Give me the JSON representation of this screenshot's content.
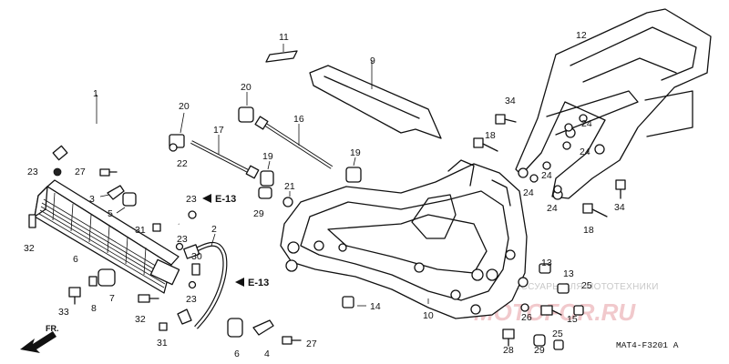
{
  "diagram": {
    "parts": [
      {
        "id": "part-1",
        "label": "1"
      },
      {
        "id": "part-2",
        "label": "2"
      },
      {
        "id": "part-3",
        "label": "3"
      },
      {
        "id": "part-4",
        "label": "4"
      },
      {
        "id": "part-5",
        "label": "5"
      },
      {
        "id": "part-6a",
        "label": "6"
      },
      {
        "id": "part-6b",
        "label": "6"
      },
      {
        "id": "part-7",
        "label": "7"
      },
      {
        "id": "part-8",
        "label": "8"
      },
      {
        "id": "part-9",
        "label": "9"
      },
      {
        "id": "part-10",
        "label": "10"
      },
      {
        "id": "part-11",
        "label": "11"
      },
      {
        "id": "part-12",
        "label": "12"
      },
      {
        "id": "part-13a",
        "label": "13"
      },
      {
        "id": "part-13b",
        "label": "13"
      },
      {
        "id": "part-14",
        "label": "14"
      },
      {
        "id": "part-15",
        "label": "15"
      },
      {
        "id": "part-16",
        "label": "16"
      },
      {
        "id": "part-17",
        "label": "17"
      },
      {
        "id": "part-18a",
        "label": "18"
      },
      {
        "id": "part-18b",
        "label": "18"
      },
      {
        "id": "part-19a",
        "label": "19"
      },
      {
        "id": "part-19b",
        "label": "19"
      },
      {
        "id": "part-20a",
        "label": "20"
      },
      {
        "id": "part-20b",
        "label": "20"
      },
      {
        "id": "part-21",
        "label": "21"
      },
      {
        "id": "part-22",
        "label": "22"
      },
      {
        "id": "part-23a",
        "label": "23"
      },
      {
        "id": "part-23b",
        "label": "23"
      },
      {
        "id": "part-23c",
        "label": "23"
      },
      {
        "id": "part-23d",
        "label": "23"
      },
      {
        "id": "part-24a",
        "label": "24"
      },
      {
        "id": "part-24b",
        "label": "24"
      },
      {
        "id": "part-24c",
        "label": "24"
      },
      {
        "id": "part-24d",
        "label": "24"
      },
      {
        "id": "part-24e",
        "label": "24"
      },
      {
        "id": "part-25a",
        "label": "25"
      },
      {
        "id": "part-25b",
        "label": "25"
      },
      {
        "id": "part-26",
        "label": "26"
      },
      {
        "id": "part-27a",
        "label": "27"
      },
      {
        "id": "part-27b",
        "label": "27"
      },
      {
        "id": "part-28",
        "label": "28"
      },
      {
        "id": "part-29",
        "label": "29"
      },
      {
        "id": "part-30",
        "label": "30"
      },
      {
        "id": "part-31a",
        "label": "31"
      },
      {
        "id": "part-31b",
        "label": "31"
      },
      {
        "id": "part-32a",
        "label": "32"
      },
      {
        "id": "part-32b",
        "label": "32"
      },
      {
        "id": "part-33",
        "label": "33"
      },
      {
        "id": "part-34a",
        "label": "34"
      },
      {
        "id": "part-34b",
        "label": "34"
      }
    ],
    "refs": [
      {
        "id": "ref-e13-upper",
        "label": "E-13"
      },
      {
        "id": "ref-e13-lower",
        "label": "E-13"
      }
    ],
    "front_label": "FR.",
    "diagram_code": "MAT4-F3201 A",
    "watermark_text": "ЗАПЧАСТИ И АКСЕССУАРЫ ДЛЯ МОТОТЕХНИКИ",
    "watermark_logo": "MOTOFOR.RU"
  }
}
